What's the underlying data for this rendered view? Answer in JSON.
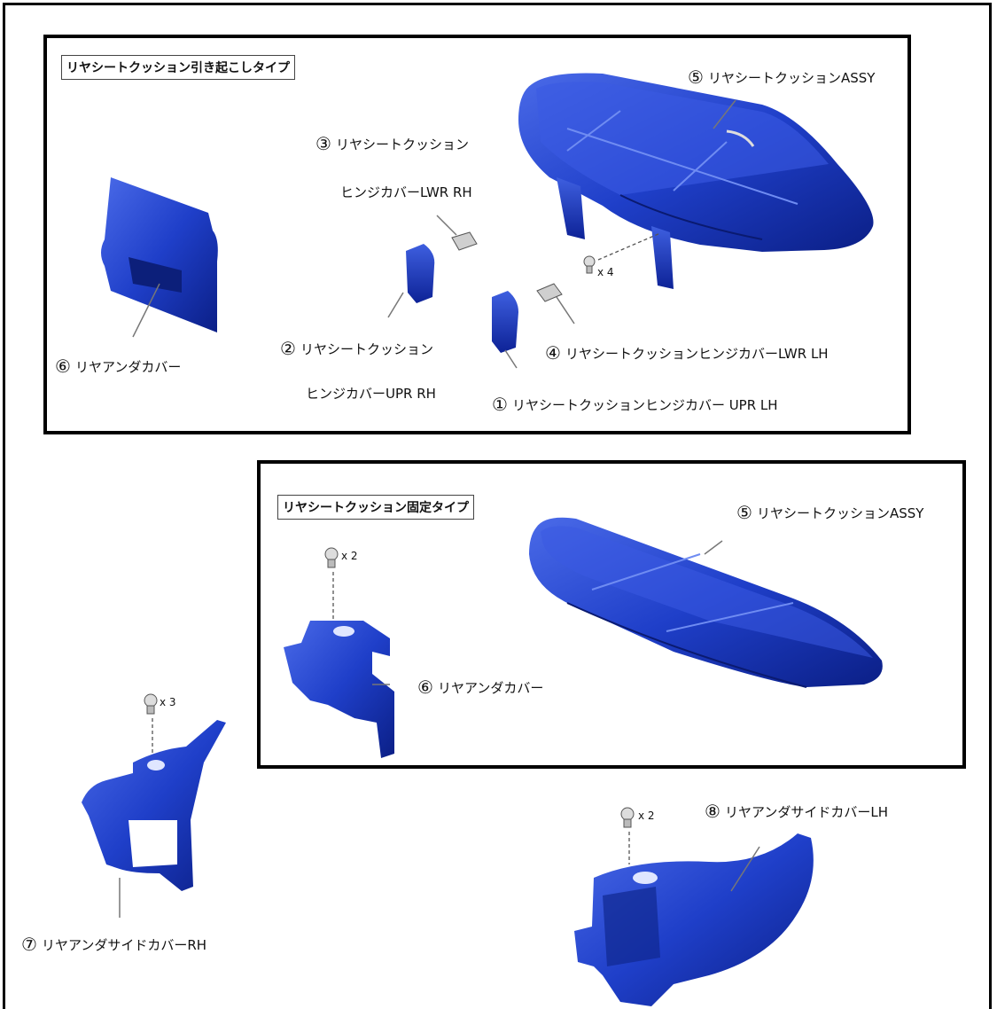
{
  "sections": {
    "hinged": {
      "tag": "リヤシートクッション引き起こしタイプ"
    },
    "fixed": {
      "tag": "リヤシートクッション固定タイプ"
    }
  },
  "labels": {
    "cushion_assy_top": {
      "num": "⑤",
      "text": "リヤシートクッションASSY"
    },
    "hinge_lwr_rh_1": {
      "num": "③",
      "text": "リヤシートクッション"
    },
    "hinge_lwr_rh_2": {
      "text": "ヒンジカバーLWR RH"
    },
    "under_cover_top": {
      "num": "⑥",
      "text": "リヤアンダカバー"
    },
    "hinge_upr_rh_1": {
      "num": "②",
      "text": "リヤシートクッション"
    },
    "hinge_upr_rh_2": {
      "text": "ヒンジカバーUPR RH"
    },
    "hinge_lwr_lh": {
      "num": "④",
      "text": "リヤシートクッションヒンジカバーLWR LH"
    },
    "hinge_upr_lh": {
      "num": "①",
      "text": "リヤシートクッションヒンジカバー UPR LH"
    },
    "cushion_assy_fixed": {
      "num": "⑤",
      "text": "リヤシートクッションASSY"
    },
    "under_cover_fixed": {
      "num": "⑥",
      "text": "リヤアンダカバー"
    },
    "side_cover_lh": {
      "num": "⑧",
      "text": "リヤアンダサイドカバーLH"
    },
    "side_cover_rh": {
      "num": "⑦",
      "text": "リヤアンダサイドカバーRH"
    }
  },
  "fasteners": {
    "cushion_bolts": "x 4",
    "under_cover_bolts": "x 2",
    "side_rh_bolts": "x 3",
    "side_lh_bolts": "x 2"
  },
  "colors": {
    "part_blue": "#1f3fc9",
    "part_dark": "#0b1f86",
    "part_light": "#4a6ae8"
  }
}
